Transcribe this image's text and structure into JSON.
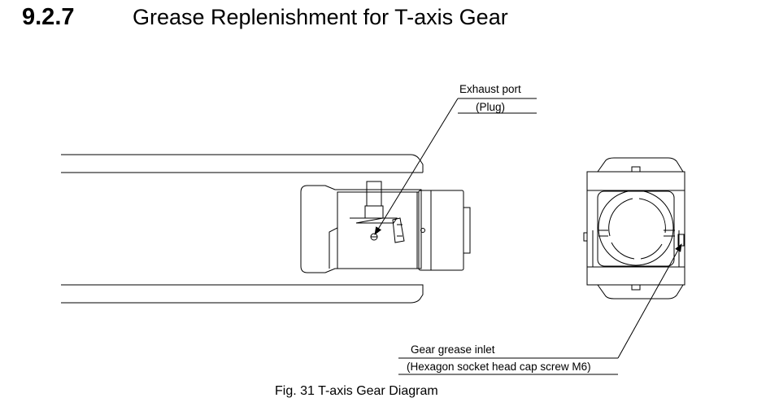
{
  "heading": {
    "number": "9.2.7",
    "title": "Grease Replenishment for T-axis Gear"
  },
  "figure": {
    "caption": "Fig. 31  T-axis Gear Diagram",
    "callouts": {
      "exhaust_port": {
        "label": "Exhaust port",
        "sub": "(Plug)"
      },
      "grease_inlet": {
        "label": "Gear grease inlet",
        "sub": "(Hexagon socket head cap screw M6)"
      }
    }
  }
}
